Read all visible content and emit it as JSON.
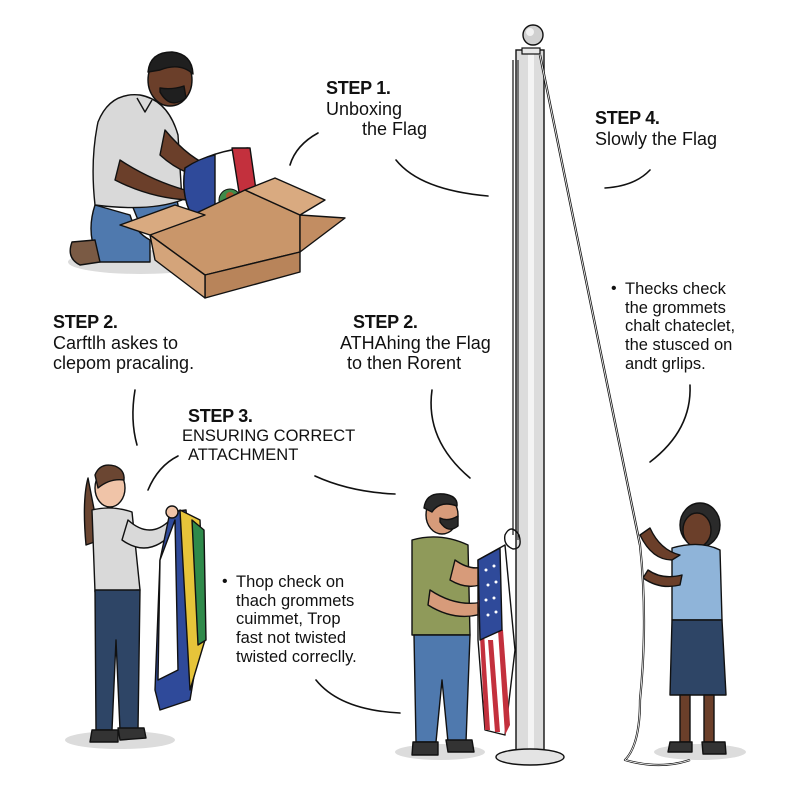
{
  "diagram": {
    "topic": "Flag raising steps",
    "steps": [
      {
        "id": "step1",
        "title": "STEP 1.",
        "lines": [
          "Unboxing",
          "the Flag"
        ]
      },
      {
        "id": "step4",
        "title": "STEP 4.",
        "lines": [
          "Slowly the Flag"
        ]
      },
      {
        "id": "step2a",
        "title": "STEP 2.",
        "lines": [
          "Carftlh askes to",
          "clepom pracaling."
        ]
      },
      {
        "id": "step2b",
        "title": "STEP 2.",
        "lines": [
          "ATHAhing the Flag",
          "to then Rorent"
        ]
      },
      {
        "id": "step3",
        "title": "STEP 3.",
        "lines": [
          "ENSURING CORRECT",
          "ATTACHMENT"
        ]
      }
    ],
    "notes": [
      {
        "id": "note-right",
        "bullet": "•",
        "lines": [
          "Thecks check",
          "the grommets",
          "chalt chateclet,",
          "the stusced on",
          "andt grlips."
        ]
      },
      {
        "id": "note-center",
        "bullet": "•",
        "lines": [
          "Thop check on",
          "thach grommets",
          "cuimmet, Trop",
          "fast not twisted",
          "twisted correclly."
        ]
      }
    ],
    "figures": [
      {
        "id": "man-unboxing",
        "description": "Kneeling man unboxing a blue, white and red flag with a coat of arms from a cardboard box"
      },
      {
        "id": "woman-holding-flag",
        "description": "Woman holding folded blue, white, yellow and green flag"
      },
      {
        "id": "man-attaching-flag",
        "description": "Man attaching US flag to flagpole halyard"
      },
      {
        "id": "woman-pulling-rope",
        "description": "Woman pulling the flagpole rope"
      },
      {
        "id": "flagpole",
        "description": "Tall silver flagpole with ball finial and rope"
      }
    ],
    "colors": {
      "skin_dark": "#6b3f2a",
      "skin_medium": "#d79b7a",
      "skin_light": "#f0c4a8",
      "shirt_gray": "#d9d9d9",
      "shirt_olive": "#8f9a5a",
      "shirt_blue": "#8fb4d9",
      "denim": "#4f79ae",
      "navy": "#2e4566",
      "box": "#c9966a",
      "flag_blue": "#2f4a9a",
      "flag_red": "#c3303d",
      "flag_yellow": "#e6c43a",
      "flag_green": "#2f8a4a",
      "pole": "#d8d8d8",
      "ink": "#111111"
    }
  }
}
